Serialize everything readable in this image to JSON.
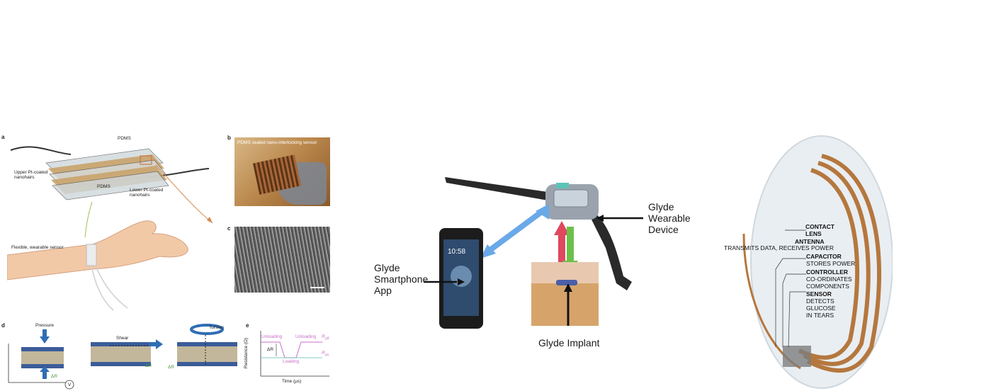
{
  "panel_left": {
    "letters": {
      "a": "a",
      "b": "b",
      "c": "c",
      "d": "d",
      "e": "e"
    },
    "a": {
      "pdms_top": "PDMS",
      "upper": "Upper Pt-coated\nnanohairs",
      "pdms_mid": "PDMS",
      "lower": "Lower Pt-coated\nnanohairs",
      "flexible": "Flexible, wearable sensor"
    },
    "b": {
      "caption": "PDMS sealed nano-interlocking sensor"
    },
    "d": {
      "pressure": "Pressure",
      "shear": "Shear",
      "torsion": "Torsion",
      "dr1": "ΔR",
      "dr2": "ΔR",
      "dr3": "ΔR",
      "v": "V"
    },
    "e": {
      "unloading1": "Unloading",
      "unloading2": "Unloading",
      "loading": "Loading",
      "roff": "R",
      "roff_sub": "off",
      "ron": "R",
      "ron_sub": "on",
      "dr": "ΔR",
      "ylabel": "Resistance (Ω)",
      "xlabel": "Time (μs)"
    }
  },
  "panel_middle": {
    "wearable": "Glyde\nWearable\nDevice",
    "app": "Glyde\nSmartphone\nApp",
    "implant": "Glyde Implant",
    "phone_time": "10:58"
  },
  "panel_right": {
    "contact_lens": "CONTACT\nLENS",
    "antenna_head": "ANTENNA",
    "antenna_desc": "TRANSMITS DATA, RECEIVES POWER",
    "capacitor_head": "CAPACITOR",
    "capacitor_desc": "STORES POWER",
    "controller_head": "CONTROLLER",
    "controller_desc": "CO-ORDINATES\nCOMPONENTS",
    "sensor_head": "SENSOR",
    "sensor_desc": "DETECTS\nGLUCOSE\nIN TEARS"
  },
  "colors": {
    "copper": "#b5773e",
    "arrow_blue": "#6aa9e8",
    "arrow_red": "#e0485f",
    "arrow_green": "#6cc04a",
    "sensor_blue": "#3b5c99",
    "pink_line": "#c86ec8"
  }
}
